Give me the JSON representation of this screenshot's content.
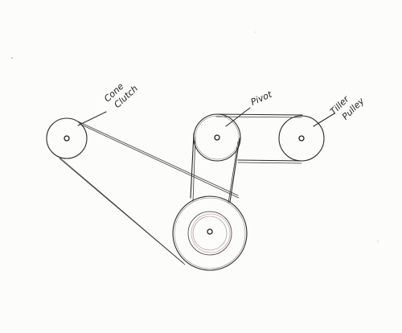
{
  "diagram": {
    "labels": {
      "cone_clutch_line1": "Cone",
      "cone_clutch_line2": "Clutch",
      "pivot": "Pivot",
      "tiller_pulley_line1": "Tiller",
      "tiller_pulley_line2": "Pulley"
    },
    "components": [
      {
        "name": "cone-clutch-pulley"
      },
      {
        "name": "pivot-pulley"
      },
      {
        "name": "tiller-pulley"
      },
      {
        "name": "drive-pulley"
      }
    ]
  }
}
